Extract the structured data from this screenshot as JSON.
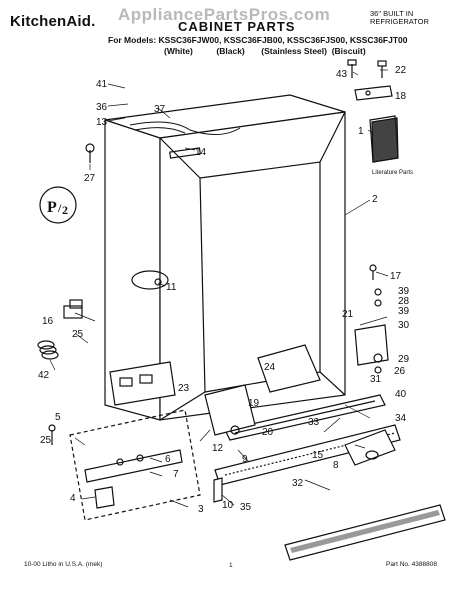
{
  "header": {
    "brand": "KitchenAid.",
    "watermark": "AppliancePartsPros.com",
    "title": "CABINET PARTS",
    "models_line": "For Models: KSSC36FJW00, KSSC36FJB00, KSSC36FJS00, KSSC36FJT00",
    "finishes": [
      "(White)",
      "(Black)",
      "(Stainless Steel)",
      "(Biscuit)"
    ],
    "right_line1": "36\" BUILT IN",
    "right_line2": "REFRIGERATOR"
  },
  "literature_label": "Literature Parts",
  "part_numbers": [
    "41",
    "36",
    "13",
    "37",
    "14",
    "27",
    "43",
    "22",
    "18",
    "1",
    "2",
    "11",
    "17",
    "39",
    "28",
    "39",
    "30",
    "21",
    "16",
    "25",
    "42",
    "29",
    "26",
    "31",
    "24",
    "23",
    "19",
    "40",
    "33",
    "34",
    "12",
    "20",
    "5",
    "6",
    "7",
    "9",
    "15",
    "8",
    "4",
    "3",
    "10",
    "35",
    "32",
    "25"
  ],
  "footer": {
    "left": "10-00 Litho in U.S.A. (mek)",
    "page": "1",
    "part_number": "Part No. 4388808"
  },
  "colors": {
    "ink": "#111111",
    "watermark": "#b9b9b9",
    "paper": "#ffffff"
  }
}
